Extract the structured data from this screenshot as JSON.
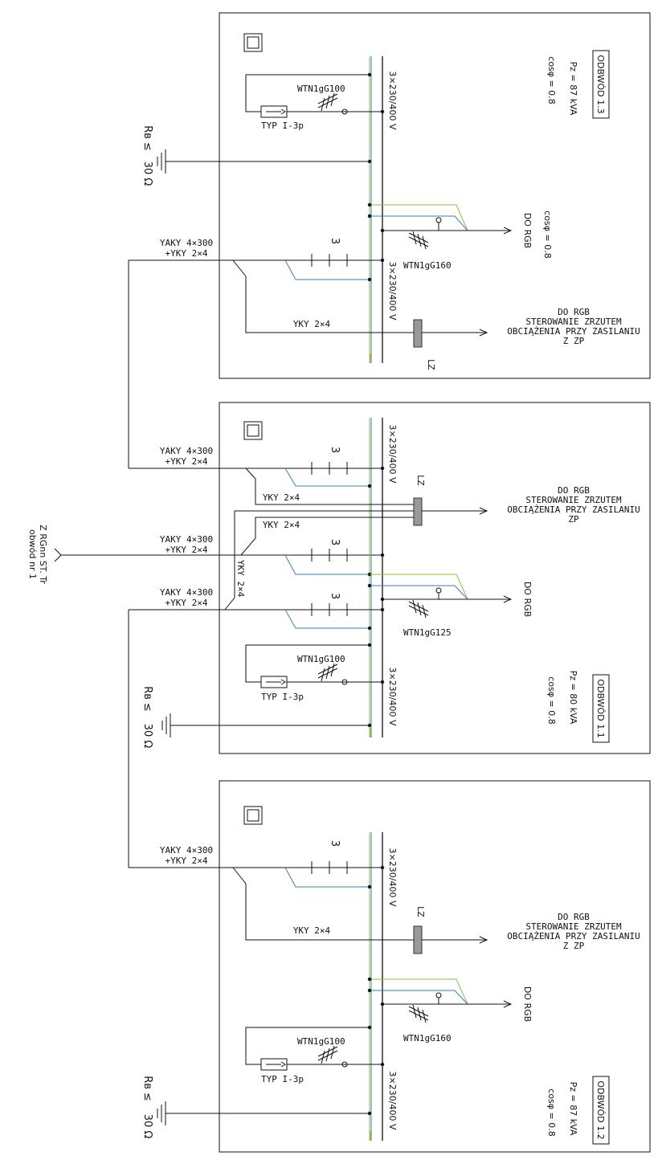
{
  "supply": {
    "line1": "Z RGnn ST. Tr",
    "line2": "obwód nr 1"
  },
  "cable_main": {
    "a": "YAKY 4×300",
    "b": "+YKY 2×4"
  },
  "cable_ctrl": "YKY 2×4",
  "voltage": "3×230/400 V",
  "groups": [
    "ODBWÓD 1.3",
    "ODBWÓD 1.1",
    "ODBWÓD 1.2"
  ],
  "pz": [
    "Pz = 87 kVA",
    "Pz = 80 kVA",
    "Pz = 87 kVA"
  ],
  "cosphi": "cosφ = 0.8",
  "fuses": {
    "g100": "WTN1gG100",
    "g160": "WTN1gG160",
    "g125": "WTN1gG125"
  },
  "surge": "TYP I-3p",
  "earth": {
    "rb": "Rʙ ≤",
    "ohm": "30 Ω"
  },
  "ct": "3",
  "lz": "LZ",
  "do_rgb": "DO RGB",
  "control": {
    "l1": "DO RGB",
    "l2": "STEROWANIE ZRZUTEM",
    "l3": "OBCIĄŻENIA PRZY ZASILANIU",
    "l4": "Z ZP",
    "l4b": "ZP"
  }
}
